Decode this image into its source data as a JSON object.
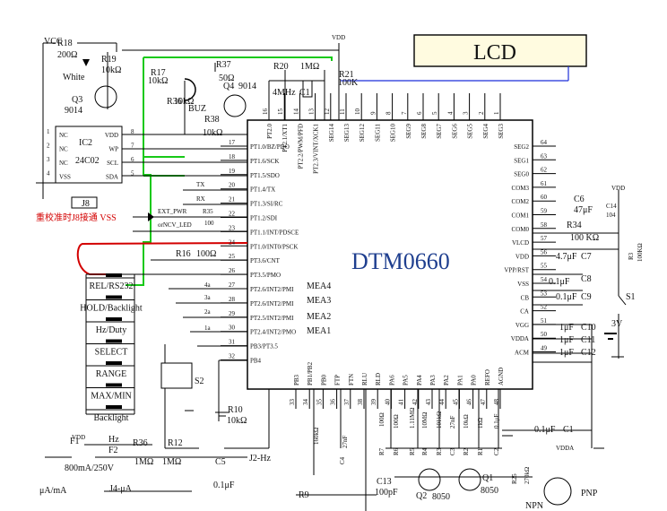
{
  "lcd": {
    "label": "LCD"
  },
  "chip": {
    "name": "DTM0660"
  },
  "ic2": {
    "name": "IC2",
    "part": "24C02",
    "pins_left": [
      "NC",
      "NC",
      "NC",
      "VSS"
    ],
    "pins_right": [
      "VDD",
      "WP",
      "SCL",
      "SDA"
    ],
    "nums_left": [
      "1",
      "2",
      "3",
      "4"
    ],
    "nums_right": [
      "8",
      "7",
      "6",
      "5"
    ]
  },
  "components": {
    "r18": "R18",
    "r18v": "200Ω",
    "r19": "R19",
    "r19v": "10kΩ",
    "white": "White",
    "q3": "Q3",
    "q3v": "9014",
    "r17": "R17",
    "r17v": "10kΩ",
    "r36": "R36",
    "r36v": "10kΩ",
    "buz": "BUZ",
    "r37": "R37",
    "r37v": "50Ω",
    "q4": "Q4",
    "q4v": "9014",
    "r38": "R38",
    "r38v": "10kΩ",
    "r20": "R20",
    "r20v": "1MΩ",
    "xtal": "4MHz",
    "c1": "C1",
    "r21": "R21",
    "r21v": "100K",
    "vdd": "VDD",
    "vcc": "VCC",
    "j8": "J8",
    "cal_note": "重校准时J8接通 VSS",
    "ext_pwr": "EXT_PWR",
    "ncv_led": "orNCV_LED",
    "r35": "R35",
    "r35v": "100",
    "r16": "R16",
    "r16v": "100Ω",
    "s2": "S2",
    "r10": "R10",
    "r10v": "10kΩ",
    "hz": "Hz",
    "f2": "F2",
    "f1": "F1",
    "f1v": "800mA/250V",
    "r36b": "R36",
    "r36bv": "1MΩ",
    "r12": "R12",
    "r12v": "1MΩ",
    "c5": "C5",
    "c5v": "0.1μF",
    "j2hz": "J2-Hz",
    "j4ua": "J4-μA",
    "uama": "μA/mA",
    "r9": "R9",
    "r9v": "160kΩ",
    "c4": "C4",
    "c4v": "27nF",
    "c13": "C13",
    "c13v": "100pF",
    "r7": "R7",
    "r7v": "100Ω",
    "r6": "R6",
    "r6v": "100Ω",
    "r5": "R5",
    "r5v": "1.11MΩ",
    "r4": "R4",
    "r4v": "10MΩ",
    "r3": "R3",
    "r3v": "101kΩ",
    "c3": "C3",
    "c3v": "27nF",
    "r2": "R2",
    "r2v": "10kΩ",
    "r1": "R1",
    "r1v": "1kΩ",
    "c2": "C2",
    "c2v": "0.1μF",
    "q2": "Q2",
    "q2v": "8050",
    "q1": "Q1",
    "q1v": "8050",
    "c1b": "C1",
    "c1bv": "0.1μF",
    "r25": "R25",
    "r25v": "270kΩ",
    "vdda": "VDDA",
    "c6": "C6",
    "c6v": "47μF",
    "c14": "C14",
    "c14v": "104",
    "r34": "R34",
    "r34v": "100 KΩ",
    "r_right": "R3",
    "r_rightv": "100KΩ",
    "c7": "C7",
    "c7v": "4.7μF",
    "c8": "C8",
    "c8v": "0.1μF",
    "c9": "C9",
    "c9v": "0.1μF",
    "c10": "C10",
    "c10v": "1μF",
    "c11": "C11",
    "c11v": "1μF",
    "c12": "C12",
    "c12v": "1μF",
    "s1": "S1",
    "bat": "3V",
    "pnp": "PNP",
    "npn": "NPN"
  },
  "buttons": [
    "REL/RS232",
    "HOLD/Backlight",
    "Hz/Duty",
    "SELECT",
    "RANGE",
    "MAX/MIN",
    "Backlight"
  ],
  "left_pins": [
    {
      "num": "17",
      "name": "PT1.0/BZ/PDO"
    },
    {
      "num": "18",
      "name": "PT1.6/SCK"
    },
    {
      "num": "19",
      "name": "PT1.5/SDO"
    },
    {
      "num": "20",
      "name": "PT1.4/TX"
    },
    {
      "num": "21",
      "name": "PT1.3/SI/RC"
    },
    {
      "num": "22",
      "name": "PT1.2/SDI"
    },
    {
      "num": "23",
      "name": "PT1.1/INT/PDSCE"
    },
    {
      "num": "24",
      "name": "PT1.0/INT0/PSCK"
    },
    {
      "num": "25",
      "name": "PT3.6/CNT"
    },
    {
      "num": "26",
      "name": "PT3.5/PMO"
    },
    {
      "num": "27",
      "name": "PT2.6/INT2/PMI"
    },
    {
      "num": "28",
      "name": "PT2.6/INT2/PMI"
    },
    {
      "num": "29",
      "name": "PT2.5/INT2/PMI"
    },
    {
      "num": "30",
      "name": "PT2.4/INT2/PMO"
    },
    {
      "num": "31",
      "name": "PB3/PT3.5"
    },
    {
      "num": "32",
      "name": "PB4"
    }
  ],
  "signals": {
    "tx": "TX",
    "rx": "RX",
    "a4": "4a",
    "a3": "3a",
    "a2": "2a",
    "a1": "1a",
    "mea4": "MEA4",
    "mea3": "MEA3",
    "mea2": "MEA2",
    "mea1": "MEA1"
  },
  "right_pins": [
    {
      "num": "64",
      "name": "SEG2"
    },
    {
      "num": "63",
      "name": "SEG1"
    },
    {
      "num": "62",
      "name": "SEG0"
    },
    {
      "num": "61",
      "name": "COM3"
    },
    {
      "num": "60",
      "name": "COM2"
    },
    {
      "num": "59",
      "name": "COM1"
    },
    {
      "num": "58",
      "name": "COM0"
    },
    {
      "num": "57",
      "name": "VLCD"
    },
    {
      "num": "56",
      "name": "VDD"
    },
    {
      "num": "55",
      "name": "VPP/RST"
    },
    {
      "num": "54",
      "name": "VSS"
    },
    {
      "num": "53",
      "name": "CB"
    },
    {
      "num": "52",
      "name": "CA"
    },
    {
      "num": "51",
      "name": "VGG"
    },
    {
      "num": "50",
      "name": "VDDA"
    },
    {
      "num": "49",
      "name": "ACM"
    }
  ],
  "top_pins": [
    {
      "num": "16",
      "name": "PT2.0"
    },
    {
      "num": "15",
      "name": "PT2.1/XT1"
    },
    {
      "num": "14",
      "name": "PT2.2/PWM/PFD"
    },
    {
      "num": "13",
      "name": "PT2.3/VINT/XCK1"
    },
    {
      "num": "12",
      "name": "SEG14"
    },
    {
      "num": "11",
      "name": "SEG13"
    },
    {
      "num": "10",
      "name": "SEG12"
    },
    {
      "num": "9",
      "name": "SEG11"
    },
    {
      "num": "8",
      "name": "SEG10"
    },
    {
      "num": "7",
      "name": "SEG9"
    },
    {
      "num": "6",
      "name": "SEG8"
    },
    {
      "num": "5",
      "name": "SEG7"
    },
    {
      "num": "4",
      "name": "SEG6"
    },
    {
      "num": "3",
      "name": "SEG5"
    },
    {
      "num": "2",
      "name": "SEG4"
    },
    {
      "num": "1",
      "name": "SEG3"
    }
  ],
  "bottom_pins": [
    {
      "num": "33",
      "name": "PB3"
    },
    {
      "num": "34",
      "name": "PB1/PB2"
    },
    {
      "num": "35",
      "name": "PB0"
    },
    {
      "num": "36",
      "name": "FTP"
    },
    {
      "num": "37",
      "name": "FTN"
    },
    {
      "num": "38",
      "name": "RLU"
    },
    {
      "num": "39",
      "name": "RLD"
    },
    {
      "num": "40",
      "name": "PA6"
    },
    {
      "num": "41",
      "name": "PA5"
    },
    {
      "num": "42",
      "name": "PA4"
    },
    {
      "num": "43",
      "name": "PA3"
    },
    {
      "num": "44",
      "name": "PA2"
    },
    {
      "num": "45",
      "name": "PA1"
    },
    {
      "num": "46",
      "name": "PA0"
    },
    {
      "num": "47",
      "name": "REFO"
    },
    {
      "num": "48",
      "name": "AGND"
    }
  ],
  "chart_data": {
    "type": "table",
    "title": "",
    "xlabel": "",
    "ylabel": "",
    "categories": [],
    "values": []
  }
}
